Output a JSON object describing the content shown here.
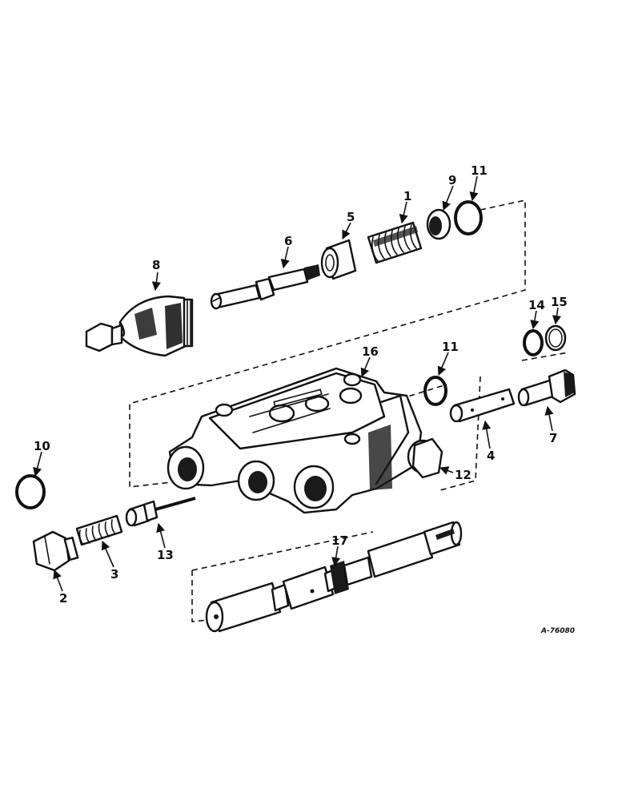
{
  "callouts": {
    "c1": "1",
    "c2": "2",
    "c3": "3",
    "c4": "4",
    "c5": "5",
    "c6": "6",
    "c7": "7",
    "c8": "8",
    "c9": "9",
    "c10": "10",
    "c11a": "11",
    "c11b": "11",
    "c12": "12",
    "c13": "13",
    "c14": "14",
    "c15": "15",
    "c16": "16",
    "c17": "17"
  },
  "figure_ref": "A-76080"
}
